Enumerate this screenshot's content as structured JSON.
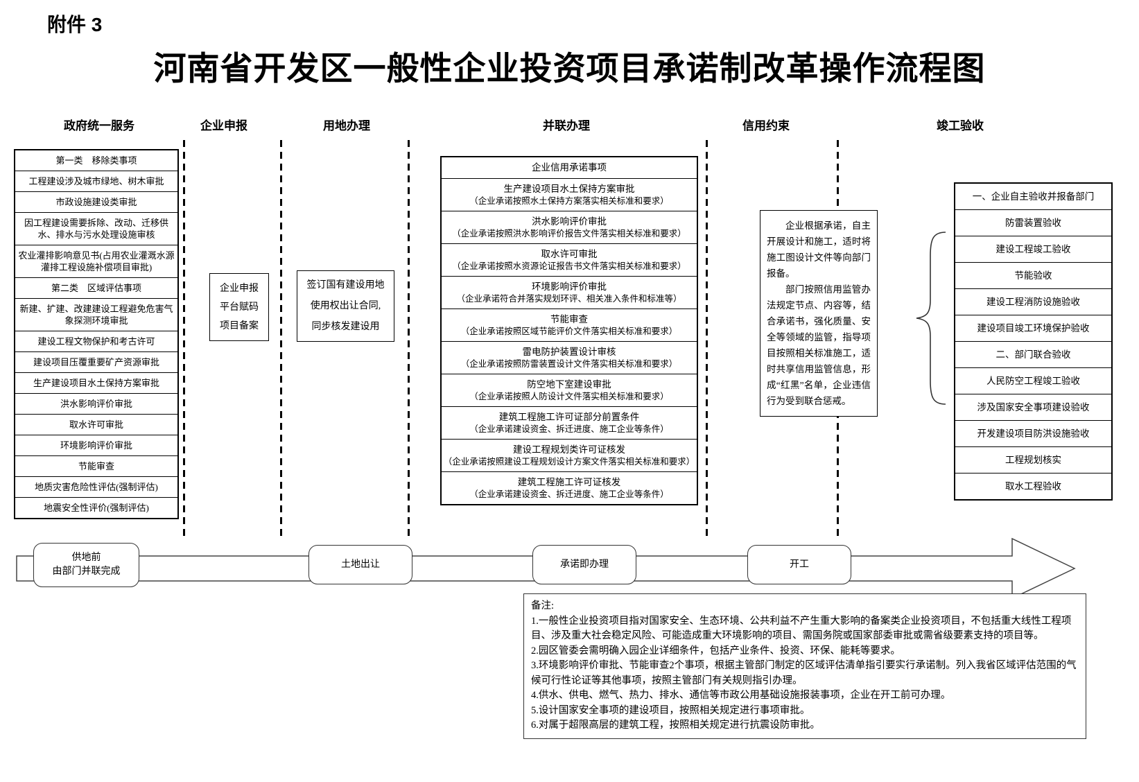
{
  "page": {
    "attachment_label": "附件 3",
    "title": "河南省开发区一般性企业投资项目承诺制改革操作流程图"
  },
  "columns": {
    "gov": "政府统一服务",
    "apply": "企业申报",
    "land": "用地办理",
    "parallel": "并联办理",
    "credit": "信用约束",
    "completion": "竣工验收"
  },
  "gov_items": [
    "第一类　移除类事项",
    "工程建设涉及城市绿地、树木审批",
    "市政设施建设类审批",
    "因工程建设需要拆除、改动、迁移供水、排水与污水处理设施审核",
    "农业灌排影响意见书(占用农业灌溉水源灌排工程设施补偿项目审批)",
    "第二类　区域评估事项",
    "新建、扩建、改建建设工程避免危害气象探测环境审批",
    "建设工程文物保护和考古许可",
    "建设项目压覆重要矿产资源审批",
    "生产建设项目水土保持方案审批",
    "洪水影响评价审批",
    "取水许可审批",
    "环境影响评价审批",
    "节能审查",
    "地质灾害危险性评估(强制评估)",
    "地震安全性评价(强制评估)"
  ],
  "apply_box": "企业申报\n平台赋码\n项目备案",
  "land_box": "签订国有建设用地\n使用权出让合同,\n同步核发建设用",
  "parallel_items": [
    {
      "title": "企业信用承诺事项",
      "note": ""
    },
    {
      "title": "生产建设项目水土保持方案审批",
      "note": "（企业承诺按照水土保持方案落实相关标准和要求）"
    },
    {
      "title": "洪水影响评价审批",
      "note": "（企业承诺按照洪水影响评价报告文件落实相关标准和要求）"
    },
    {
      "title": "取水许可审批",
      "note": "（企业承诺按照水资源论证报告书文件落实相关标准和要求）"
    },
    {
      "title": "环境影响评价审批",
      "note": "（企业承诺符合并落实规划环评、相关准入条件和标准等）"
    },
    {
      "title": "节能审查",
      "note": "（企业承诺按照区域节能评价文件落实相关标准和要求）"
    },
    {
      "title": "雷电防护装置设计审核",
      "note": "（企业承诺按照防雷装置设计文件落实相关标准和要求）"
    },
    {
      "title": "防空地下室建设审批",
      "note": "（企业承诺按照人防设计文件落实相关标准和要求）"
    },
    {
      "title": "建筑工程施工许可证部分前置条件",
      "note": "（企业承诺建设资金、拆迁进度、施工企业等条件）"
    },
    {
      "title": "建设工程规划类许可证核发",
      "note": "（企业承诺按照建设工程规划设计方案文件落实相关标准和要求）"
    },
    {
      "title": "建筑工程施工许可证核发",
      "note": "（企业承诺建设资金、拆迁进度、施工企业等条件）"
    }
  ],
  "credit_box": {
    "p1": "企业根据承诺，自主开展设计和施工，适时将施工图设计文件等向部门报备。",
    "p2": "部门按照信用监管办法规定节点、内容等，结合承诺书，强化质量、安全等领域的监管，指导项目按照相关标准施工，适时共享信用监管信息，形成“红黑”名单，企业违信行为受到联合惩戒。"
  },
  "completion_items": [
    "一、企业自主验收并报备部门",
    "防雷装置验收",
    "建设工程竣工验收",
    "节能验收",
    "建设工程消防设施验收",
    "建设项目竣工环境保护验收",
    "二、部门联合验收",
    "人民防空工程竣工验收",
    "涉及国家安全事项建设验收",
    "开发建设项目防洪设施验收",
    "工程规划核实",
    "取水工程验收"
  ],
  "timeline": {
    "stages": [
      "供地前\n由部门并联完成",
      "土地出让",
      "承诺即办理",
      "开工"
    ]
  },
  "notes": {
    "label": "备注: ",
    "lines": [
      "1.一般性企业投资项目指对国家安全、生态环境、公共利益不产生重大影响的备案类企业投资项目，不包括重大线性工程项目、涉及重大社会稳定风险、可能造成重大环境影响的项目、需国务院或国家部委审批或需省级要素支持的项目等。",
      "2.园区管委会需明确入园企业详细条件，包括产业条件、投资、环保、能耗等要求。",
      "3.环境影响评价审批、节能审查2个事项，根据主管部门制定的区域评估清单指引要实行承诺制。列入我省区域评估范围的气候可行性论证等其他事项，按照主管部门有关规则指引办理。",
      "4.供水、供电、燃气、热力、排水、通信等市政公用基础设施报装事项，企业在开工前可办理。",
      "5.设计国家安全事项的建设项目，按照相关规定进行事项审批。",
      "6.对属于超限高层的建筑工程，按照相关规定进行抗震设防审批。"
    ]
  }
}
